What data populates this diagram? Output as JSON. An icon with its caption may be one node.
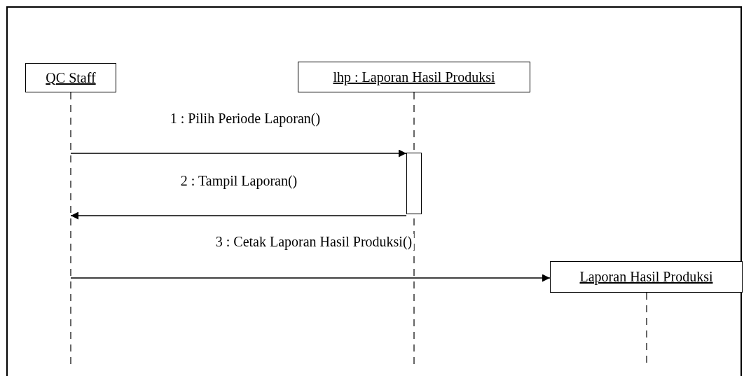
{
  "diagram": {
    "nodes": [
      {
        "text": [
          "QC Staff"
        ]
      },
      {
        "text": [
          "lhp : Laporan Hasil Produksi"
        ]
      },
      {
        "text": [],
        "shape": "bar",
        "in": 1
      },
      {
        "text": [
          "Laporan Hasil Produksi"
        ]
      }
    ],
    "edges": [
      {
        "from": 0,
        "to": 2,
        "arrow": "to",
        "label": "1 : Pilih Periode Laporan()"
      },
      {
        "from": 2,
        "to": 0,
        "arrow": "to",
        "label": "2 : Tampil Laporan()"
      },
      {
        "from": 0,
        "to": 3,
        "arrow": "to",
        "label": "3 : Cetak Laporan Hasil Produksi()"
      }
    ]
  }
}
